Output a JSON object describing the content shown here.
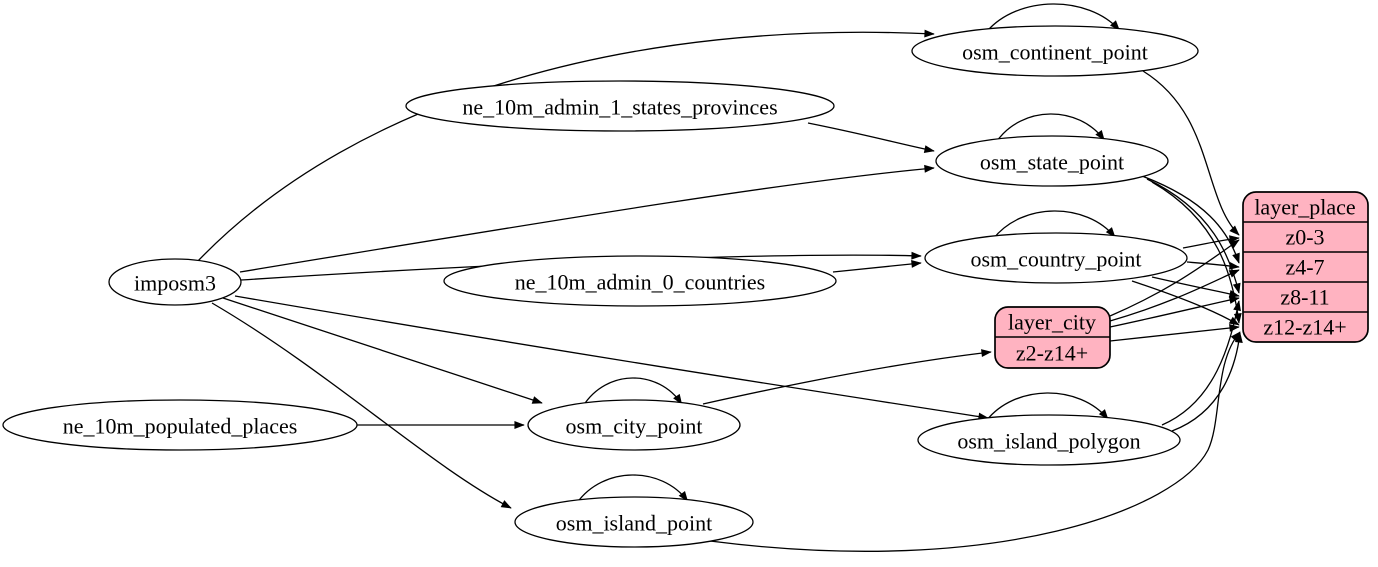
{
  "diagram": {
    "kind": "directed-graph",
    "description": "ETL mapping diagram: data sources flow into osm tables (with self-generalization loops) and into zoom-level rows of layer records"
  },
  "colors": {
    "record_fill": "#ffb3c1",
    "node_fill": "#ffffff",
    "stroke": "#000000",
    "background": "#ffffff"
  },
  "nodes": {
    "imposm3": {
      "label": "imposm3"
    },
    "ne_10m_admin_1_states_provinces": {
      "label": "ne_10m_admin_1_states_provinces"
    },
    "ne_10m_admin_0_countries": {
      "label": "ne_10m_admin_0_countries"
    },
    "ne_10m_populated_places": {
      "label": "ne_10m_populated_places"
    },
    "osm_continent_point": {
      "label": "osm_continent_point"
    },
    "osm_state_point": {
      "label": "osm_state_point"
    },
    "osm_country_point": {
      "label": "osm_country_point"
    },
    "osm_city_point": {
      "label": "osm_city_point"
    },
    "osm_island_polygon": {
      "label": "osm_island_polygon"
    },
    "osm_island_point": {
      "label": "osm_island_point"
    }
  },
  "records": {
    "layer_city": {
      "header": "layer_city",
      "rows": [
        "z2-z14+"
      ]
    },
    "layer_place": {
      "header": "layer_place",
      "rows": [
        "z0-3",
        "z4-7",
        "z8-11",
        "z12-z14+"
      ]
    }
  },
  "edges": [
    {
      "from": "imposm3",
      "to": "osm_continent_point"
    },
    {
      "from": "imposm3",
      "to": "osm_state_point"
    },
    {
      "from": "imposm3",
      "to": "osm_country_point"
    },
    {
      "from": "imposm3",
      "to": "osm_city_point"
    },
    {
      "from": "imposm3",
      "to": "osm_island_polygon"
    },
    {
      "from": "imposm3",
      "to": "osm_island_point"
    },
    {
      "from": "ne_10m_admin_1_states_provinces",
      "to": "osm_state_point"
    },
    {
      "from": "ne_10m_admin_0_countries",
      "to": "osm_country_point"
    },
    {
      "from": "ne_10m_populated_places",
      "to": "osm_city_point"
    },
    {
      "from": "osm_continent_point",
      "to": "osm_continent_point"
    },
    {
      "from": "osm_state_point",
      "to": "osm_state_point"
    },
    {
      "from": "osm_country_point",
      "to": "osm_country_point"
    },
    {
      "from": "osm_city_point",
      "to": "osm_city_point"
    },
    {
      "from": "osm_island_polygon",
      "to": "osm_island_polygon"
    },
    {
      "from": "osm_island_point",
      "to": "osm_island_point"
    },
    {
      "from": "osm_continent_point",
      "to": "layer_place",
      "port": "z0-3"
    },
    {
      "from": "osm_state_point",
      "to": "layer_place",
      "port": "z4-7"
    },
    {
      "from": "osm_state_point",
      "to": "layer_place",
      "port": "z8-11"
    },
    {
      "from": "osm_state_point",
      "to": "layer_place",
      "port": "z12-z14+"
    },
    {
      "from": "osm_country_point",
      "to": "layer_place",
      "port": "z0-3"
    },
    {
      "from": "osm_country_point",
      "to": "layer_place",
      "port": "z4-7"
    },
    {
      "from": "osm_country_point",
      "to": "layer_place",
      "port": "z8-11"
    },
    {
      "from": "osm_country_point",
      "to": "layer_place",
      "port": "z12-z14+"
    },
    {
      "from": "osm_city_point",
      "to": "layer_city",
      "port": "z2-z14+"
    },
    {
      "from": "layer_city",
      "to": "layer_place",
      "port": "z0-3"
    },
    {
      "from": "layer_city",
      "to": "layer_place",
      "port": "z4-7"
    },
    {
      "from": "layer_city",
      "to": "layer_place",
      "port": "z8-11"
    },
    {
      "from": "layer_city",
      "to": "layer_place",
      "port": "z12-z14+"
    },
    {
      "from": "osm_island_polygon",
      "to": "layer_place",
      "port": "z8-11"
    },
    {
      "from": "osm_island_polygon",
      "to": "layer_place",
      "port": "z12-z14+"
    },
    {
      "from": "osm_island_point",
      "to": "layer_place",
      "port": "z12-z14+"
    }
  ]
}
